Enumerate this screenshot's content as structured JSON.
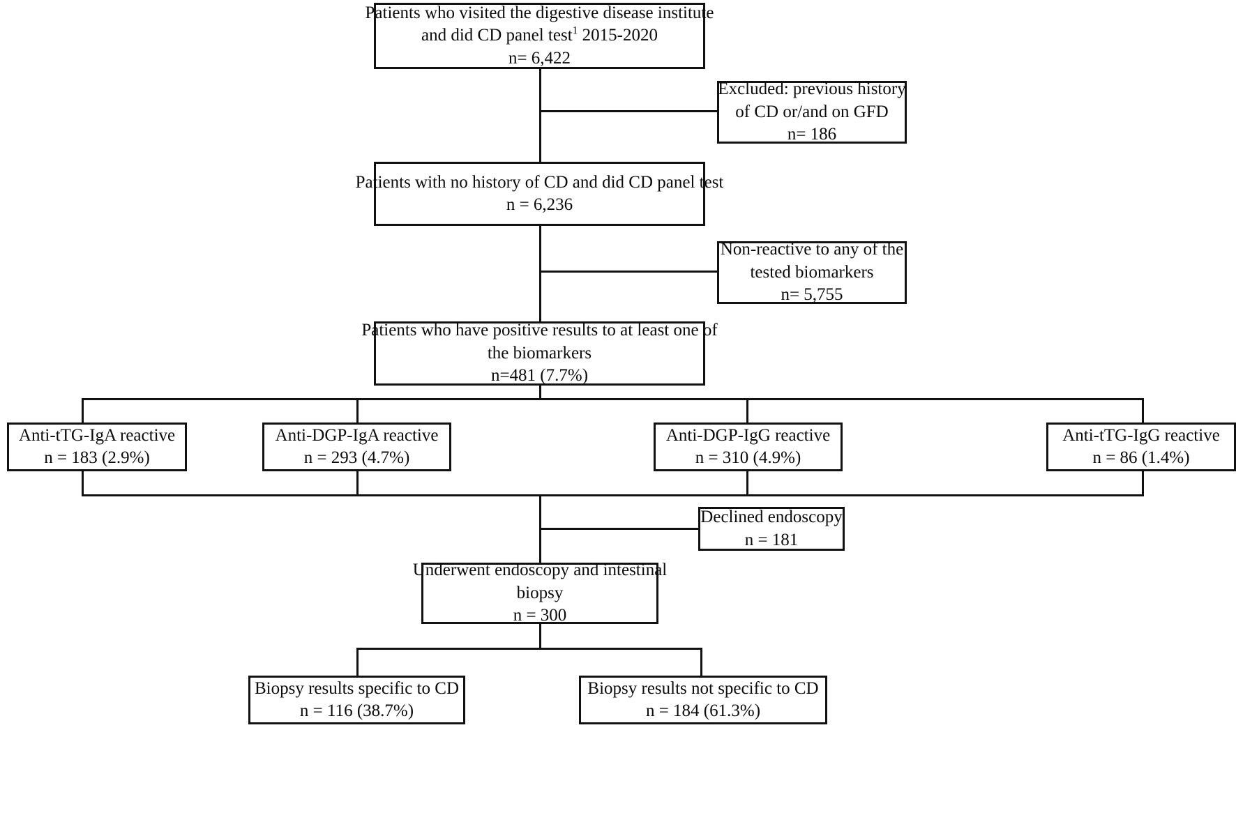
{
  "diagram": {
    "title": "Patient flow diagram of celiac disease panel testing",
    "type": "flowchart",
    "footnote_marker": "1"
  },
  "nodes": {
    "screened": {
      "line1": "Patients who visited the digestive disease institute",
      "line2_pre": "and did CD panel test",
      "line2_sup": "1",
      "line2_post": " 2015-2020",
      "line3": "n= 6,422"
    },
    "excluded_history": {
      "line1": "Excluded: previous history",
      "line2": "of CD or/and on GFD",
      "line3": "n= 186"
    },
    "no_history": {
      "line1": "Patients with no history of CD and did CD panel test",
      "line2": "n = 6,236"
    },
    "non_reactive": {
      "line1": "Non-reactive to any of the",
      "line2": "tested biomarkers",
      "line3": "n= 5,755"
    },
    "positive_any": {
      "line1": "Patients who have positive results to at least one of",
      "line2": "the biomarkers",
      "line3": "n=481 (7.7%)"
    },
    "ttg_iga": {
      "line1": "Anti-tTG-IgA reactive",
      "line2": "n = 183 (2.9%)"
    },
    "dgp_iga": {
      "line1": "Anti-DGP-IgA reactive",
      "line2": "n = 293 (4.7%)"
    },
    "dgp_igg": {
      "line1": "Anti-DGP-IgG reactive",
      "line2": "n = 310 (4.9%)"
    },
    "ttg_igg": {
      "line1": "Anti-tTG-IgG reactive",
      "line2": "n = 86 (1.4%)"
    },
    "declined": {
      "line1": "Declined endoscopy",
      "line2": "n = 181"
    },
    "underwent": {
      "line1": "Underwent endoscopy and intestinal",
      "line2": "biopsy",
      "line3": "n = 300"
    },
    "biopsy_specific": {
      "line1": "Biopsy results specific to CD",
      "line2": "n = 116 (38.7%)"
    },
    "biopsy_not_specific": {
      "line1": "Biopsy results not specific to CD",
      "line2": "n = 184 (61.3%)"
    }
  },
  "chart_data": {
    "type": "flow",
    "stages": [
      {
        "label": "Patients who visited the digestive disease institute and did CD panel test 2015-2020",
        "n": 6422,
        "percent": null
      },
      {
        "label": "Excluded: previous history of CD or/and on GFD",
        "n": 186,
        "percent": null
      },
      {
        "label": "Patients with no history of CD and did CD panel test",
        "n": 6236,
        "percent": null
      },
      {
        "label": "Non-reactive to any of the tested biomarkers",
        "n": 5755,
        "percent": null
      },
      {
        "label": "Patients who have positive results to at least one of the biomarkers",
        "n": 481,
        "percent": 7.7
      },
      {
        "label": "Anti-tTG-IgA reactive",
        "n": 183,
        "percent": 2.9
      },
      {
        "label": "Anti-DGP-IgA reactive",
        "n": 293,
        "percent": 4.7
      },
      {
        "label": "Anti-DGP-IgG reactive",
        "n": 310,
        "percent": 4.9
      },
      {
        "label": "Anti-tTG-IgG reactive",
        "n": 86,
        "percent": 1.4
      },
      {
        "label": "Declined endoscopy",
        "n": 181,
        "percent": null
      },
      {
        "label": "Underwent endoscopy and intestinal biopsy",
        "n": 300,
        "percent": null
      },
      {
        "label": "Biopsy results specific to CD",
        "n": 116,
        "percent": 38.7
      },
      {
        "label": "Biopsy results not specific to CD",
        "n": 184,
        "percent": 61.3
      }
    ],
    "colors": {
      "stroke": "#111111",
      "fill": "#ffffff",
      "text": "#0b0b0b"
    }
  }
}
